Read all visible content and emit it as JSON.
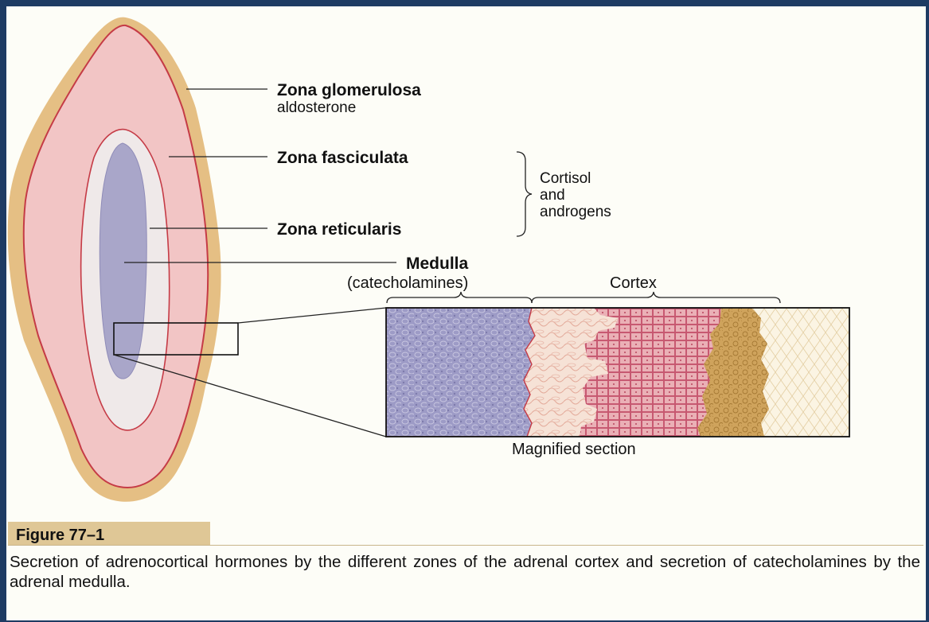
{
  "labels": {
    "zona_glomerulosa": "Zona glomerulosa",
    "aldosterone": "aldosterone",
    "zona_fasciculata": "Zona fasciculata",
    "cortisol": "Cortisol",
    "and": "and",
    "androgens": "androgens",
    "zona_reticularis": "Zona reticularis",
    "medulla": "Medulla",
    "catecholamines": "(catecholamines)",
    "cortex": "Cortex",
    "magnified_section": "Magnified section"
  },
  "caption": {
    "figure_label": "Figure 77–1",
    "text": "Secretion of adrenocortical hormones by the different zones of the adrenal cortex and secretion of catecholamines by the adrenal medulla."
  },
  "colors": {
    "glomerulosa": "#e5bf84",
    "fasciculata": "#f2c5c5",
    "reticularis": "#efe9e9",
    "medulla": "#a9a6c9",
    "border_red": "#c53b46",
    "caption_band": "#dfc796"
  }
}
